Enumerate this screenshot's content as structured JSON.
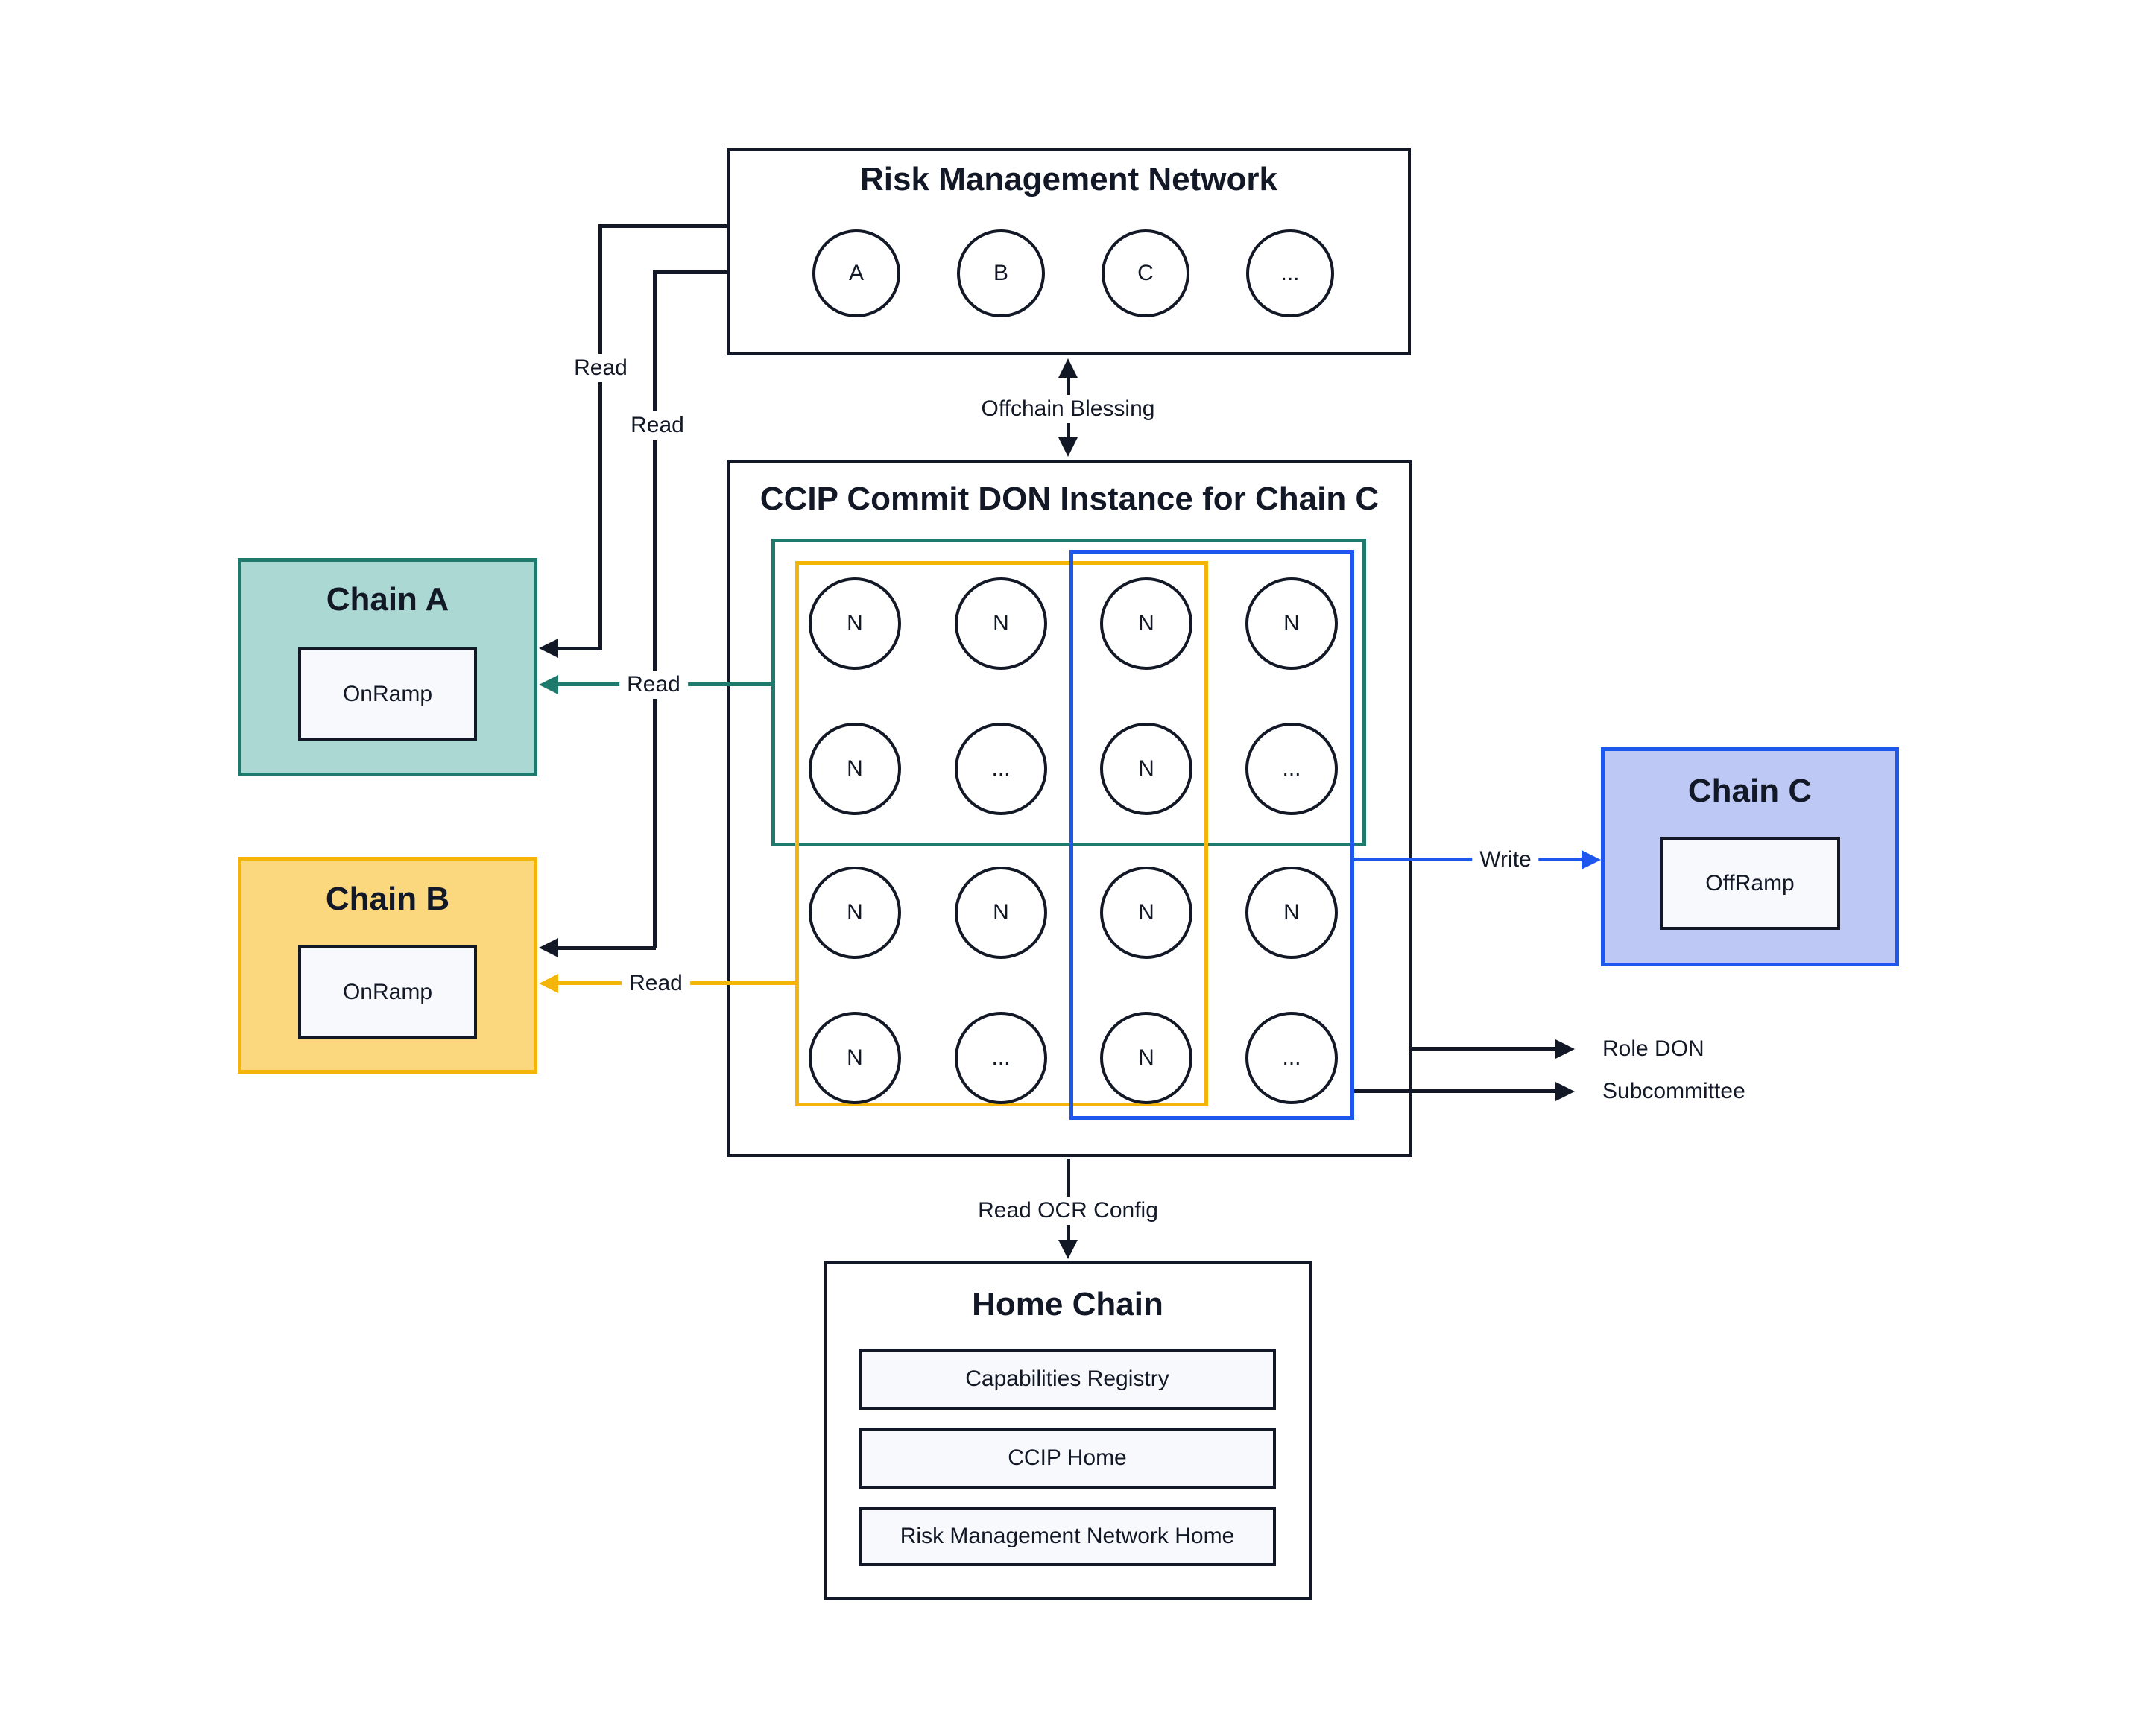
{
  "rmn": {
    "title": "Risk Management Network",
    "nodes": [
      "A",
      "B",
      "C",
      "..."
    ]
  },
  "ccip": {
    "title": "CCIP Commit DON Instance for Chain C",
    "grid": [
      [
        "N",
        "N",
        "N",
        "N"
      ],
      [
        "N",
        "...",
        "N",
        "..."
      ],
      [
        "N",
        "N",
        "N",
        "N"
      ],
      [
        "N",
        "...",
        "N",
        "..."
      ]
    ]
  },
  "chain_a": {
    "title": "Chain A",
    "contract": "OnRamp"
  },
  "chain_b": {
    "title": "Chain B",
    "contract": "OnRamp"
  },
  "chain_c": {
    "title": "Chain C",
    "contract": "OffRamp"
  },
  "home": {
    "title": "Home Chain",
    "rows": [
      "Capabilities Registry",
      "CCIP Home",
      "Risk Management Network Home"
    ]
  },
  "labels": {
    "offchain_blessing": "Offchain Blessing",
    "read_rmn_to_a": "Read",
    "read_rmn_to_b": "Read",
    "read_don_to_a": "Read",
    "read_don_to_b": "Read",
    "write": "Write",
    "role_don": "Role DON",
    "subcommittee": "Subcommittee",
    "read_ocr_config": "Read OCR Config"
  },
  "colors": {
    "navy": "#121826",
    "teal_border": "#1e7a6c",
    "teal_fill": "#abd8d2",
    "yellow_border": "#f5b40a",
    "yellow_fill": "#fbd77e",
    "blue_border": "#1d57ee",
    "blue_fill": "#bdc9f4",
    "panel_fill": "#f7f9fd"
  }
}
